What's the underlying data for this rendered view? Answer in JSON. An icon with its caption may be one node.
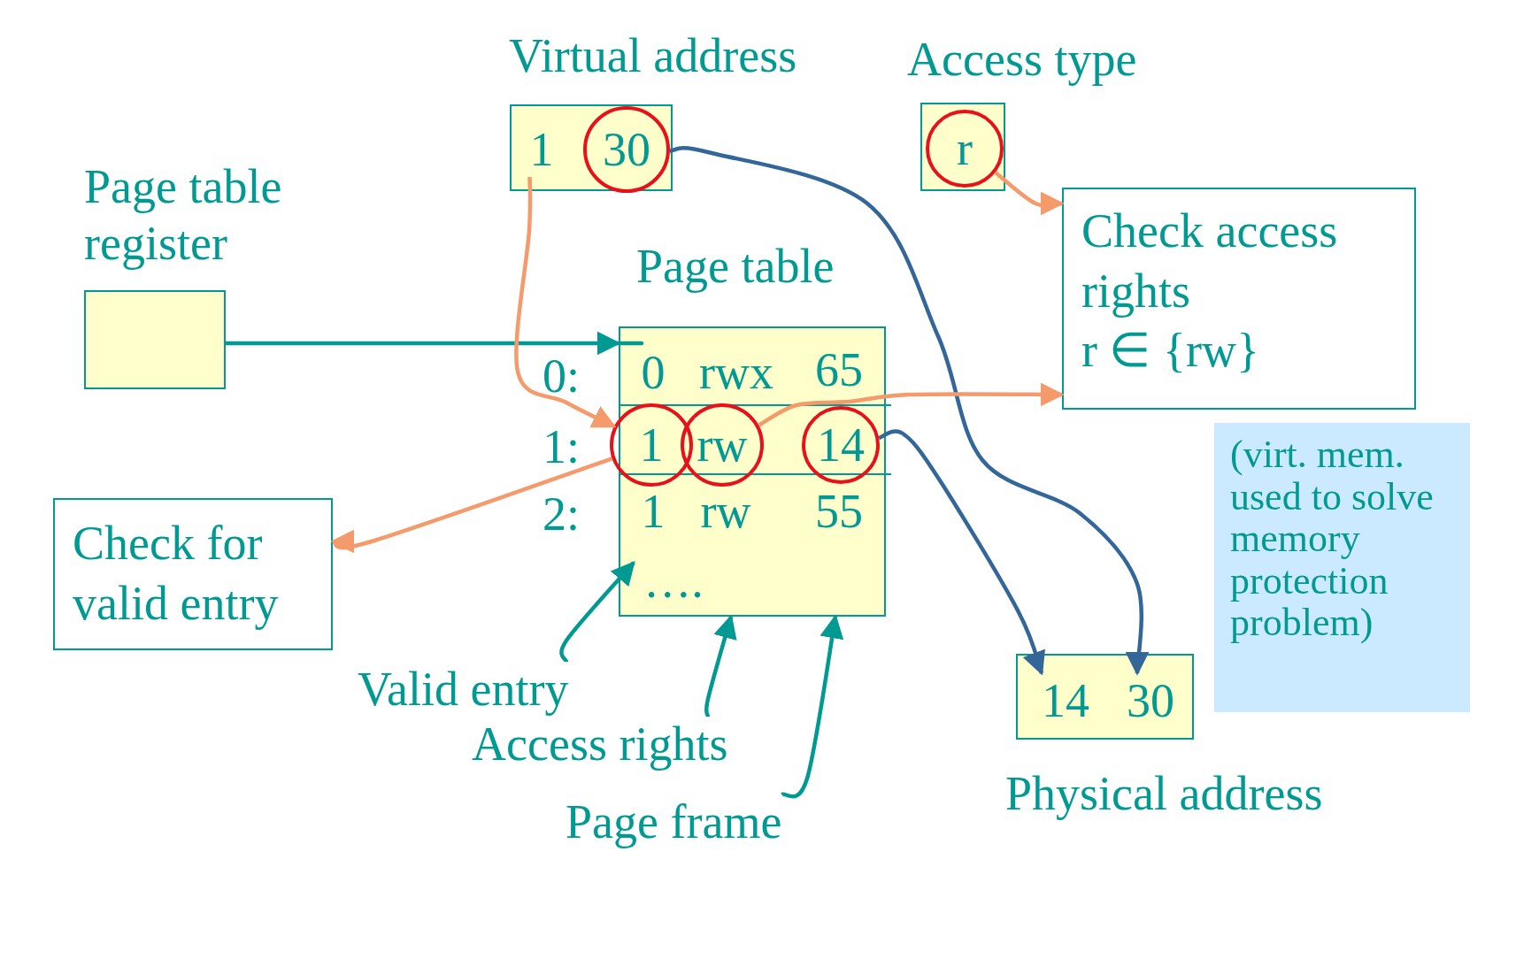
{
  "diagram": {
    "nodes": [
      {
        "text": [
          "Virtual address"
        ]
      },
      {
        "text": [
          "1"
        ],
        "in": 0
      },
      {
        "text": [
          "30"
        ],
        "in": 0
      },
      {
        "text": [
          "Access type"
        ]
      },
      {
        "text": [
          "r"
        ],
        "in": 3
      },
      {
        "text": [
          "Check access rights",
          "r ∈ {rw}"
        ]
      },
      {
        "text": [
          "Page table register"
        ]
      },
      {
        "text": [
          "Page table"
        ]
      },
      {
        "text": [
          "0"
        ],
        "in": 7
      },
      {
        "text": [
          "rwx"
        ],
        "in": 7
      },
      {
        "text": [
          "65"
        ],
        "in": 7
      },
      {
        "text": [
          "1"
        ],
        "in": 7
      },
      {
        "text": [
          "rw"
        ],
        "in": 7
      },
      {
        "text": [
          "14"
        ],
        "in": 7
      },
      {
        "text": [
          "1"
        ],
        "in": 7
      },
      {
        "text": [
          "rw"
        ],
        "in": 7
      },
      {
        "text": [
          "55"
        ],
        "in": 7
      },
      {
        "text": [
          "…."
        ],
        "in": 7
      },
      {
        "text": [
          "Check for valid entry"
        ]
      },
      {
        "text": [
          "Valid entry"
        ]
      },
      {
        "text": [
          "Access rights"
        ]
      },
      {
        "text": [
          "Page frame"
        ]
      },
      {
        "text": [
          "Physical address"
        ]
      },
      {
        "text": [
          "14"
        ],
        "in": 22
      },
      {
        "text": [
          "30"
        ],
        "in": 22
      },
      {
        "text": [
          "(virt. mem. used to solve memory protection problem)"
        ]
      }
    ],
    "edges": [
      {
        "from": 6,
        "to": 7,
        "arrow": "to",
        "color": "#009a93"
      },
      {
        "from": 1,
        "to": 11,
        "arrow": "to",
        "color": "#f59a6a"
      },
      {
        "from": 2,
        "to": 24,
        "arrow": "to",
        "color": "#336699"
      },
      {
        "from": 4,
        "to": 5,
        "arrow": "to",
        "color": "#f59a6a"
      },
      {
        "from": 11,
        "to": 18,
        "arrow": "to",
        "color": "#f59a6a"
      },
      {
        "from": 12,
        "to": 5,
        "arrow": "to",
        "color": "#f59a6a"
      },
      {
        "from": 13,
        "to": 23,
        "arrow": "to",
        "color": "#336699"
      },
      {
        "from": 19,
        "to": 7,
        "arrow": "to",
        "color": "#009a93"
      },
      {
        "from": 20,
        "to": 7,
        "arrow": "to",
        "color": "#009a93"
      },
      {
        "from": 21,
        "to": 7,
        "arrow": "to",
        "color": "#009a93"
      }
    ],
    "labels": [
      "0:",
      "1:",
      "2:"
    ]
  }
}
